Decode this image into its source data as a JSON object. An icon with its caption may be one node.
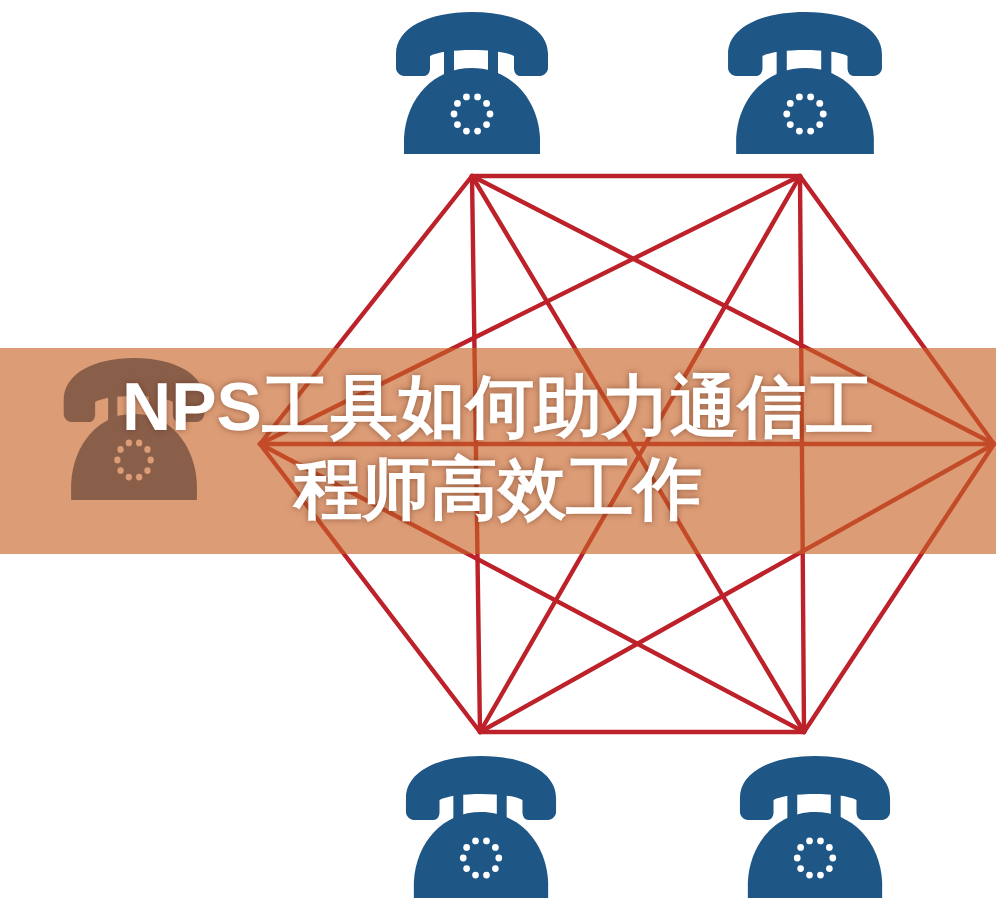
{
  "diagram": {
    "title": "NPS工具如何助力通信工程师高效工作",
    "nodes": [
      {
        "text": [],
        "shape": "phone"
      },
      {
        "text": [],
        "shape": "phone"
      },
      {
        "text": [],
        "shape": "phone"
      },
      {
        "text": [],
        "shape": "phone"
      },
      {
        "text": [],
        "shape": "phone"
      }
    ],
    "edges": [
      {
        "from": 0,
        "to": 1,
        "arrow": "none"
      },
      {
        "from": 0,
        "to": 2,
        "arrow": "none"
      },
      {
        "from": 0,
        "to": 3,
        "arrow": "none"
      },
      {
        "from": 0,
        "to": 4,
        "arrow": "none"
      },
      {
        "from": 0,
        "to": null,
        "arrow": "none"
      },
      {
        "from": 1,
        "to": 2,
        "arrow": "none"
      },
      {
        "from": 1,
        "to": 3,
        "arrow": "none"
      },
      {
        "from": 1,
        "to": 4,
        "arrow": "none"
      },
      {
        "from": 1,
        "to": null,
        "arrow": "none"
      },
      {
        "from": 2,
        "to": 3,
        "arrow": "none"
      },
      {
        "from": 2,
        "to": 4,
        "arrow": "none"
      },
      {
        "from": 2,
        "to": null,
        "arrow": "none"
      },
      {
        "from": 3,
        "to": 4,
        "arrow": "none"
      },
      {
        "from": 3,
        "to": null,
        "arrow": "none"
      },
      {
        "from": 4,
        "to": null,
        "arrow": "none"
      }
    ]
  }
}
